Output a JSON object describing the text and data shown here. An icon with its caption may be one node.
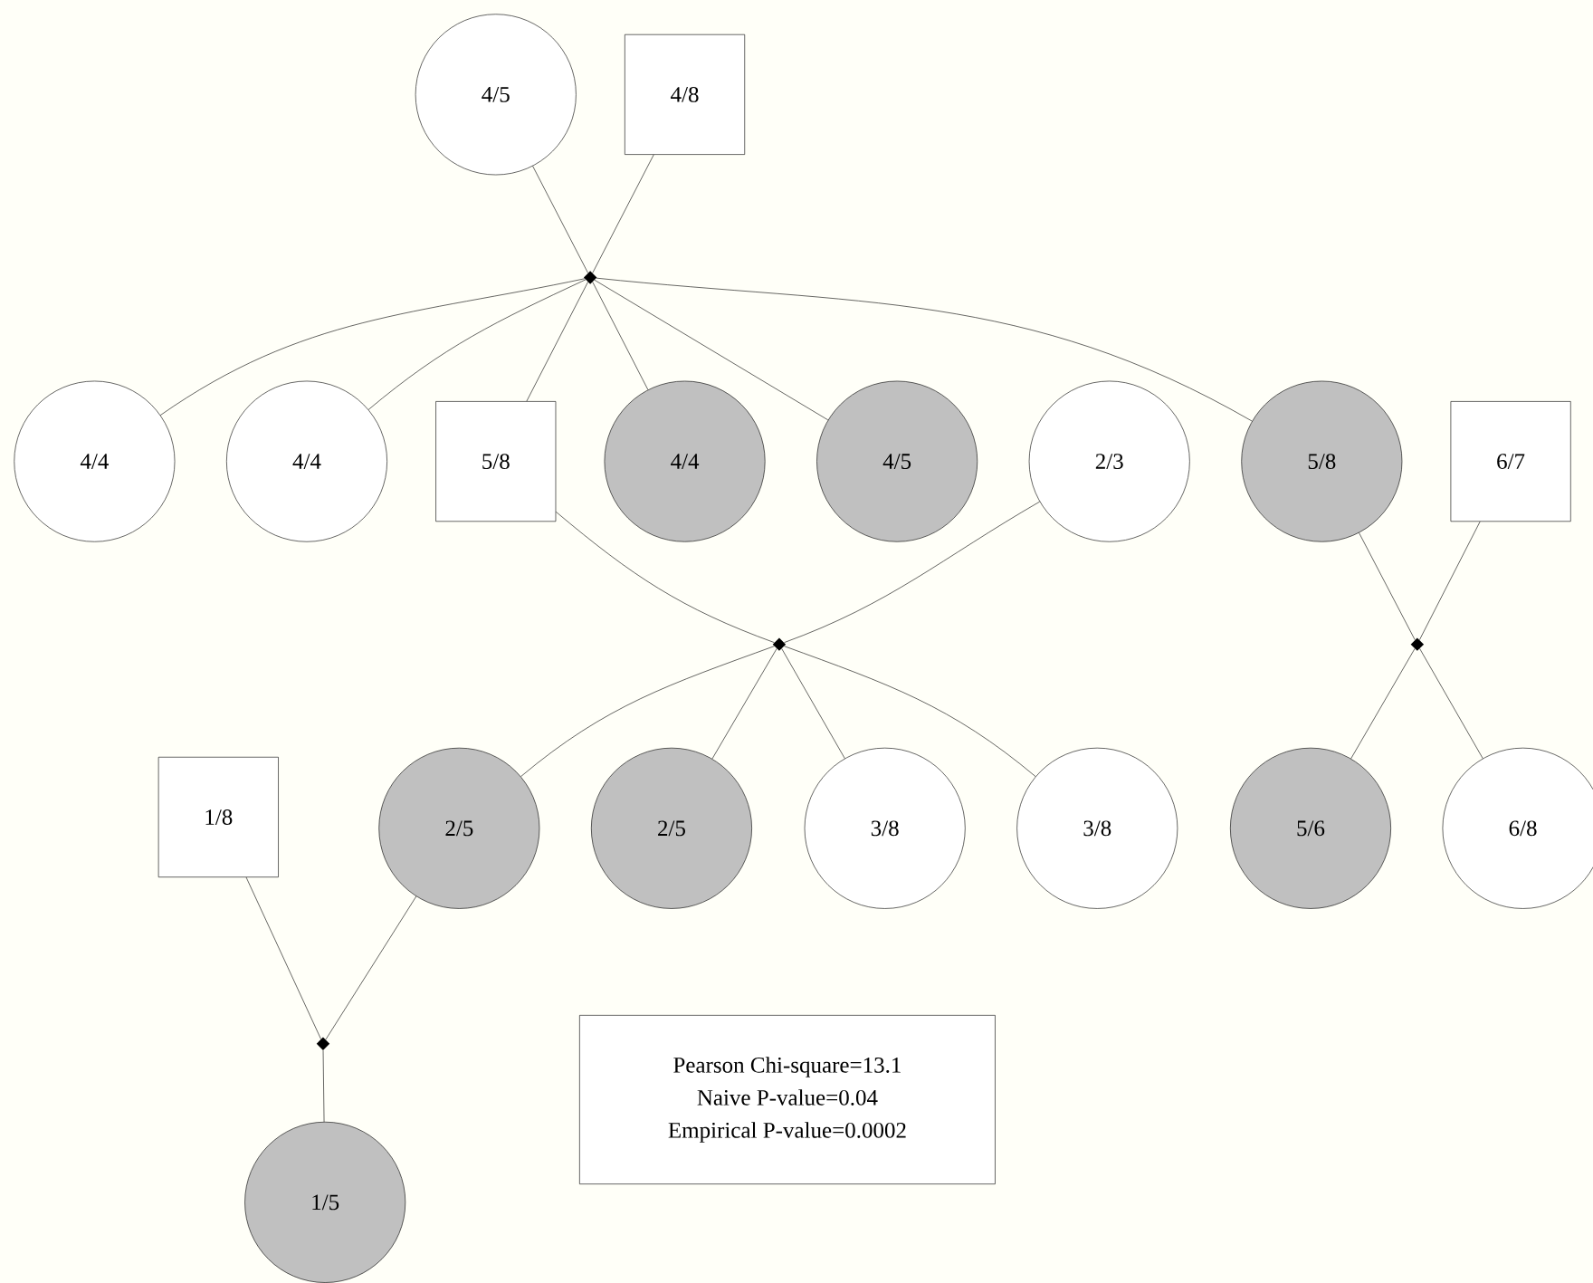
{
  "diagram": {
    "nodes": [
      {
        "text": [
          "4/5"
        ]
      },
      {
        "text": [
          "4/8"
        ]
      },
      {
        "text": [],
        "shape": "diamond"
      },
      {
        "text": [
          "4/4"
        ]
      },
      {
        "text": [
          "4/4"
        ]
      },
      {
        "text": [
          "5/8"
        ]
      },
      {
        "text": [
          "4/4"
        ]
      },
      {
        "text": [
          "4/5"
        ]
      },
      {
        "text": [
          "2/3"
        ]
      },
      {
        "text": [
          "5/8"
        ]
      },
      {
        "text": [
          "6/7"
        ]
      },
      {
        "text": [],
        "shape": "diamond"
      },
      {
        "text": [],
        "shape": "diamond"
      },
      {
        "text": [
          "1/8"
        ]
      },
      {
        "text": [
          "2/5"
        ]
      },
      {
        "text": [
          "2/5"
        ]
      },
      {
        "text": [
          "3/8"
        ]
      },
      {
        "text": [
          "3/8"
        ]
      },
      {
        "text": [
          "5/6"
        ]
      },
      {
        "text": [
          "6/8"
        ]
      },
      {
        "text": [],
        "shape": "diamond"
      },
      {
        "text": [
          "1/5"
        ]
      },
      {
        "text": [
          "Pearson Chi-square=13.1",
          "Naive P-value=0.04",
          "Empirical P-value=0.0002"
        ]
      }
    ],
    "edges": [
      {
        "from": 0,
        "to": 2,
        "arrow": "none"
      },
      {
        "from": 1,
        "to": 2,
        "arrow": "none"
      },
      {
        "from": 2,
        "to": 3,
        "arrow": "none"
      },
      {
        "from": 2,
        "to": 4,
        "arrow": "none"
      },
      {
        "from": 2,
        "to": 5,
        "arrow": "none"
      },
      {
        "from": 2,
        "to": 6,
        "arrow": "none"
      },
      {
        "from": 2,
        "to": 7,
        "arrow": "none"
      },
      {
        "from": 2,
        "to": 9,
        "arrow": "none"
      },
      {
        "from": 5,
        "to": 11,
        "arrow": "none"
      },
      {
        "from": 8,
        "to": 11,
        "arrow": "none"
      },
      {
        "from": 11,
        "to": 14,
        "arrow": "none"
      },
      {
        "from": 11,
        "to": 15,
        "arrow": "none"
      },
      {
        "from": 11,
        "to": 16,
        "arrow": "none"
      },
      {
        "from": 11,
        "to": 17,
        "arrow": "none"
      },
      {
        "from": 9,
        "to": 12,
        "arrow": "none"
      },
      {
        "from": 10,
        "to": 12,
        "arrow": "none"
      },
      {
        "from": 12,
        "to": 18,
        "arrow": "none"
      },
      {
        "from": 12,
        "to": 19,
        "arrow": "none"
      },
      {
        "from": 13,
        "to": 20,
        "arrow": "none"
      },
      {
        "from": 14,
        "to": 20,
        "arrow": "none"
      },
      {
        "from": 20,
        "to": 21,
        "arrow": "none"
      }
    ]
  }
}
